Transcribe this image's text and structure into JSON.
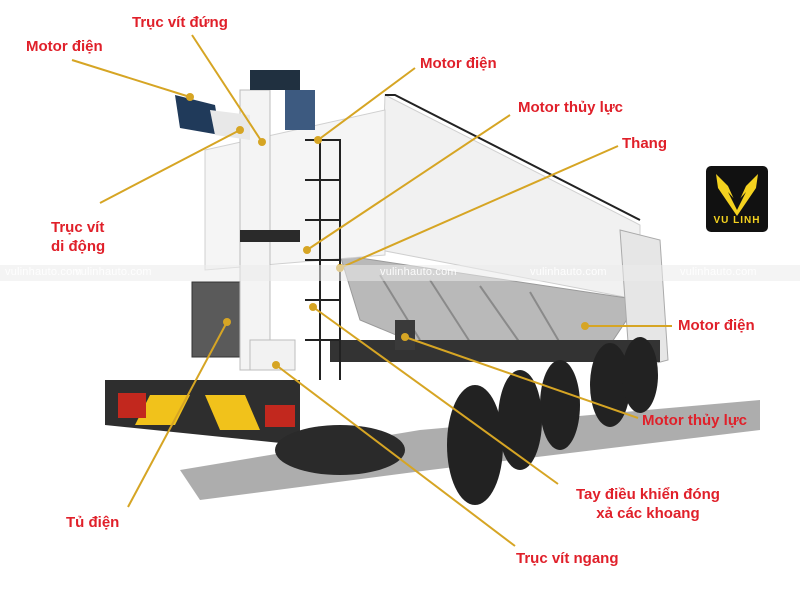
{
  "diagram": {
    "subject": "bulk feed transport truck with auger unloading system",
    "leader_color": "#d6a524",
    "label_color": "#e0202a",
    "labels": [
      {
        "id": "motor-dien-1",
        "text": "Motor điện"
      },
      {
        "id": "truc-vit-dung",
        "text": "Trục vít đứng"
      },
      {
        "id": "motor-dien-2",
        "text": "Motor điện"
      },
      {
        "id": "motor-thuy-luc-1",
        "text": "Motor thủy lực"
      },
      {
        "id": "thang",
        "text": "Thang"
      },
      {
        "id": "truc-vit-di-dong",
        "text": "Trục vít\ndi động",
        "lines": [
          "Trục vít",
          "di động"
        ]
      },
      {
        "id": "motor-dien-3",
        "text": "Motor điện"
      },
      {
        "id": "motor-thuy-luc-2",
        "text": "Motor thủy lực"
      },
      {
        "id": "tu-dien",
        "text": "Tủ điện"
      },
      {
        "id": "tay-dieu-khien",
        "text": "Tay điều khiển đóng xả các khoang",
        "lines": [
          "Tay điều khiển đóng",
          "xả các khoang"
        ]
      },
      {
        "id": "truc-vit-ngang",
        "text": "Trục vít ngang"
      }
    ]
  },
  "logo": {
    "text": "VU LINH",
    "bg": "#111111",
    "accent": "#f4d21f"
  },
  "watermark": {
    "text": "vulinhauto.com"
  }
}
